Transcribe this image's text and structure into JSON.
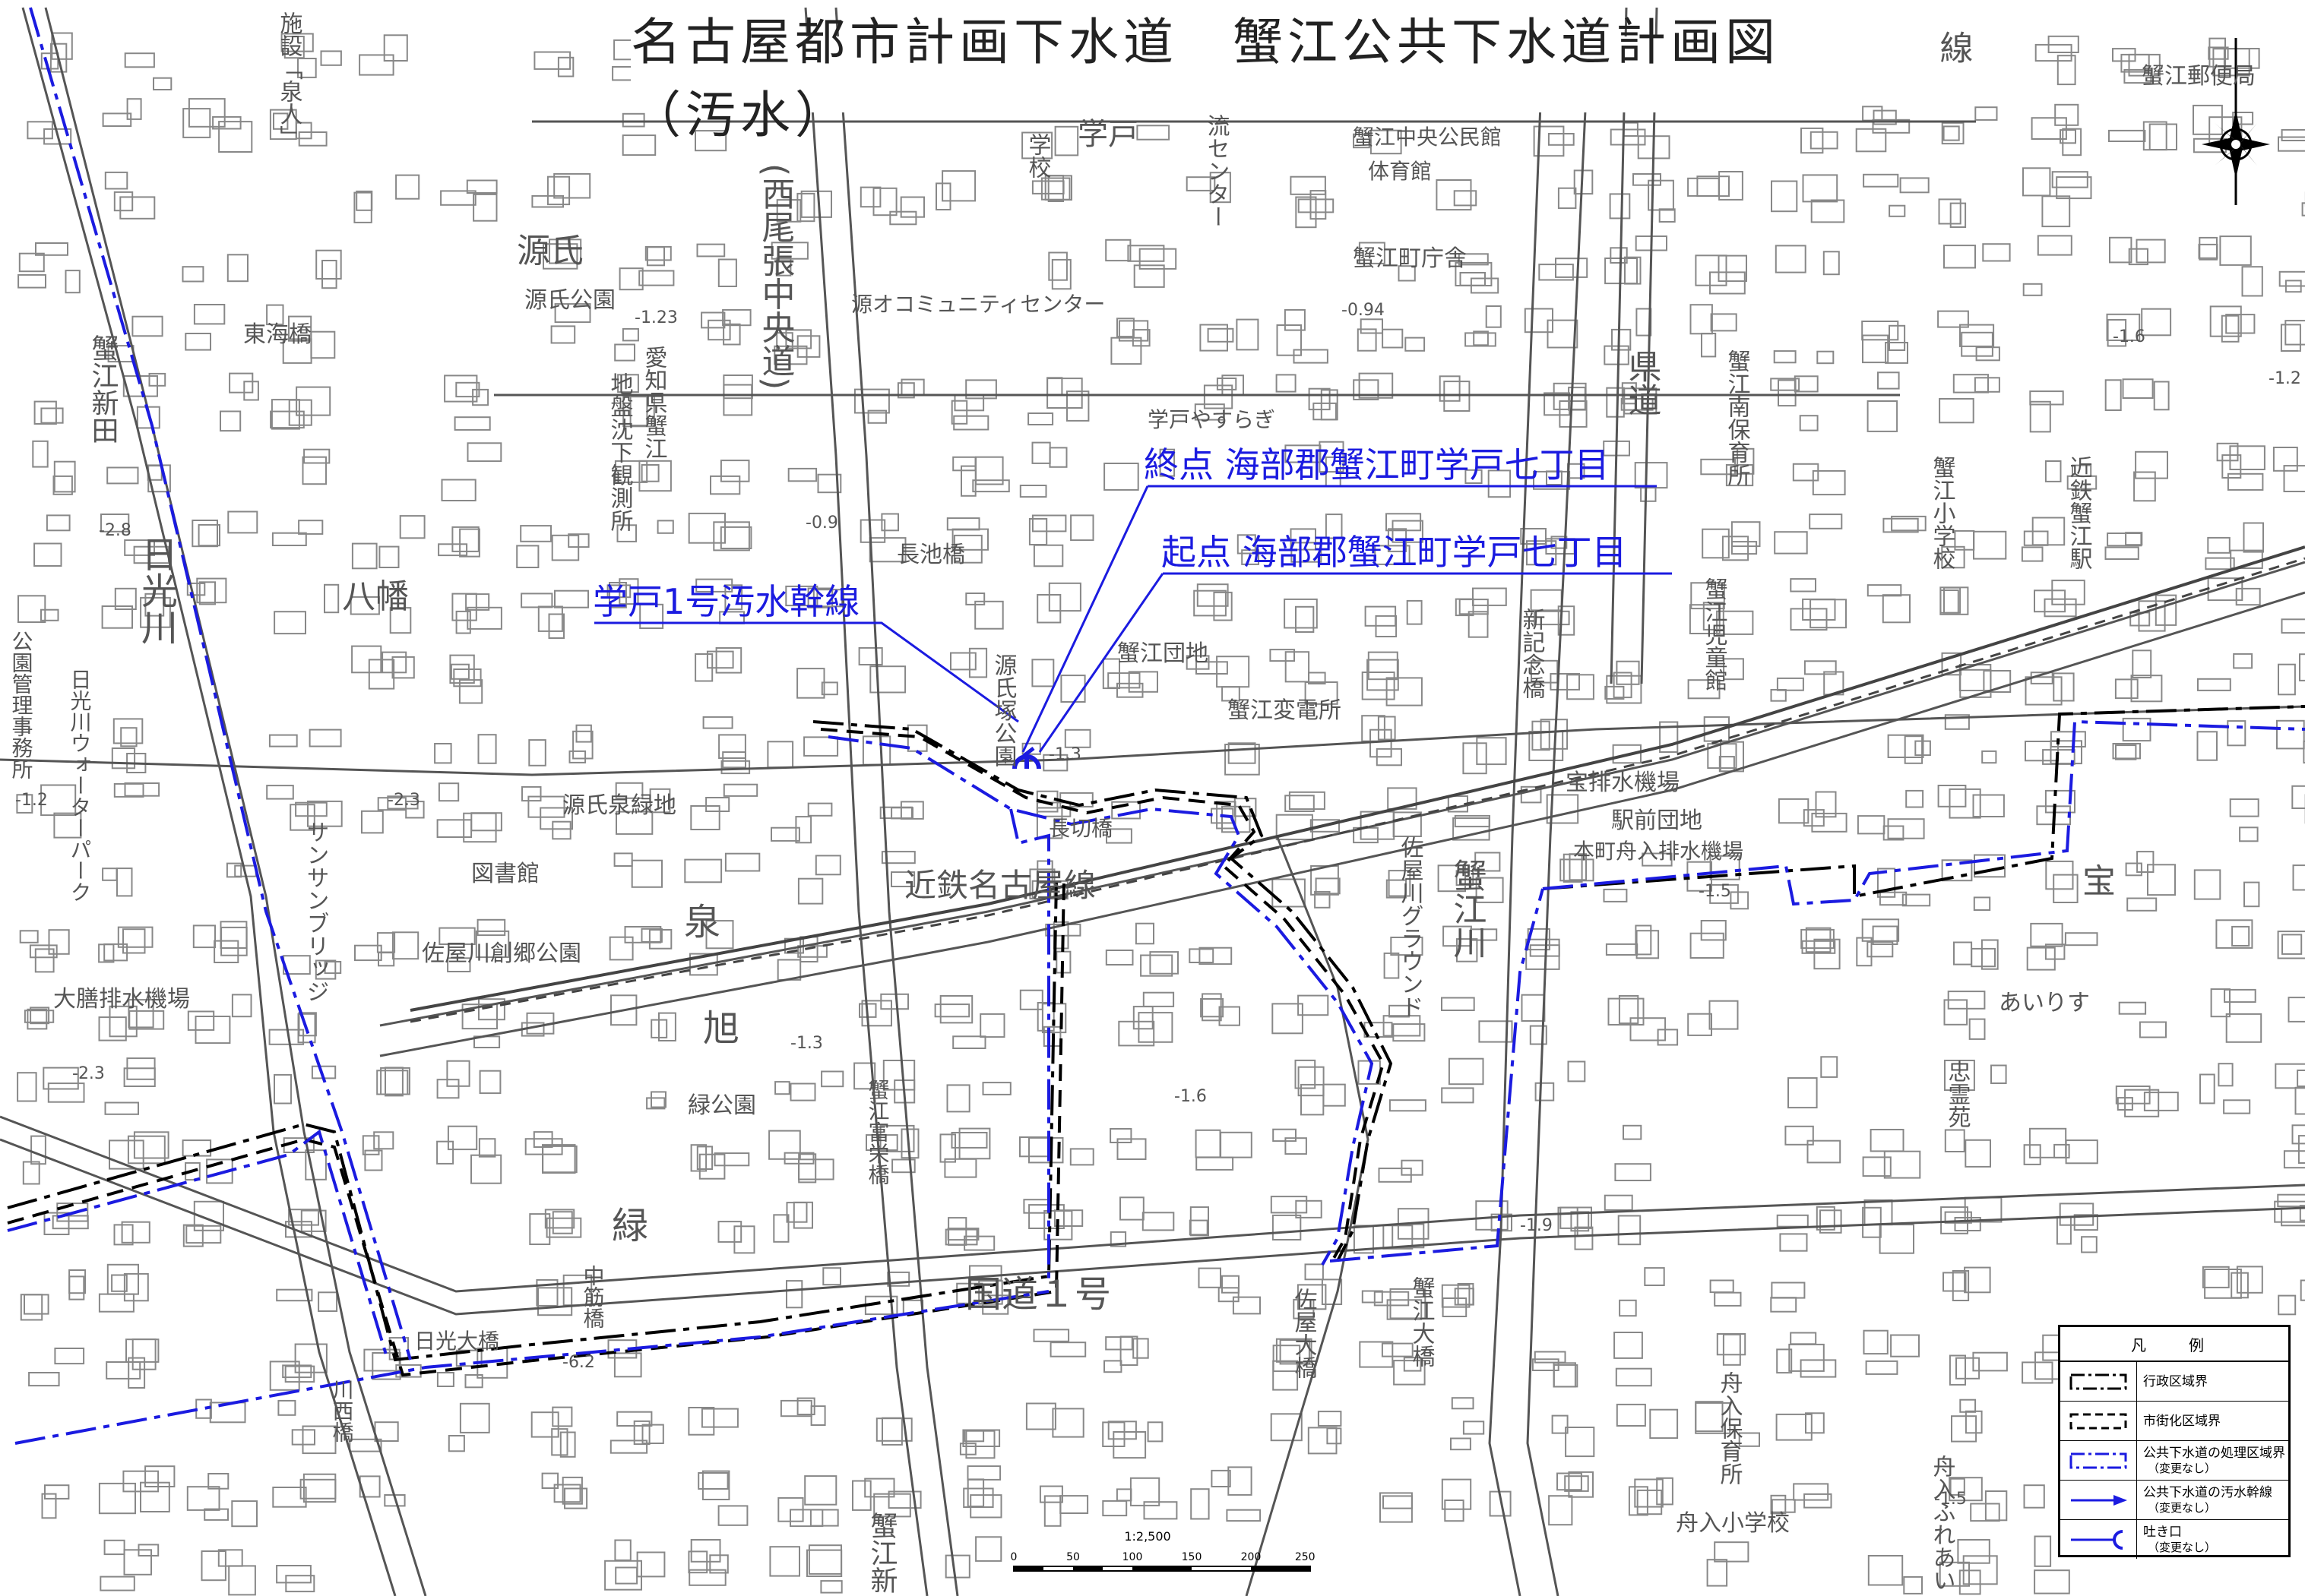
{
  "title": "名古屋都市計画下水道　蟹江公共下水道計画図（汚水）",
  "annotations": {
    "end_point": "終点 海部郡蟹江町学戸七丁目",
    "start_point": "起点 海部郡蟹江町学戸七丁目",
    "trunk_line": "学戸1号汚水幹線"
  },
  "place_labels": [
    {
      "text": "源氏",
      "size": 44
    },
    {
      "text": "八幡",
      "size": 44
    },
    {
      "text": "泉",
      "size": 48
    },
    {
      "text": "旭",
      "size": 48
    },
    {
      "text": "緑",
      "size": 48
    },
    {
      "text": "宝",
      "size": 44
    },
    {
      "text": "学戸",
      "size": 40
    },
    {
      "text": "国道１号",
      "size": 48
    },
    {
      "text": "近鉄名古屋線",
      "size": 42
    },
    {
      "text": "源氏公園",
      "size": 30
    },
    {
      "text": "東海橋",
      "size": 30
    },
    {
      "text": "源オコミュニティセンター",
      "size": 28
    },
    {
      "text": "蟹江町庁舎",
      "size": 30
    },
    {
      "text": "蟹江中央公民館",
      "size": 28
    },
    {
      "text": "体育館",
      "size": 28
    },
    {
      "text": "学戸やすらぎ",
      "size": 28
    },
    {
      "text": "長池橋",
      "size": 30
    },
    {
      "text": "蟹江団地",
      "size": 30
    },
    {
      "text": "蟹江変電所",
      "size": 30
    },
    {
      "text": "源氏泉緑地",
      "size": 30
    },
    {
      "text": "長切橋",
      "size": 28
    },
    {
      "text": "図書館",
      "size": 30
    },
    {
      "text": "佐屋川創郷公園",
      "size": 30
    },
    {
      "text": "大膳排水機場",
      "size": 30
    },
    {
      "text": "緑公園",
      "size": 30
    },
    {
      "text": "宝排水機場",
      "size": 30
    },
    {
      "text": "駅前団地",
      "size": 30
    },
    {
      "text": "本町舟入排水機場",
      "size": 28
    },
    {
      "text": "あいりす",
      "size": 30
    },
    {
      "text": "舟入小学校",
      "size": 30
    },
    {
      "text": "日光大橋",
      "size": 28
    },
    {
      "text": "蟹江郵便局",
      "size": 30
    }
  ],
  "vertical_labels": [
    {
      "text": "日光川",
      "size": 48
    },
    {
      "text": "蟹江新田",
      "size": 36
    },
    {
      "text": "(西尾張中央道)",
      "size": 44
    },
    {
      "text": "地盤沈下観測所",
      "size": 30
    },
    {
      "text": "愛知県蟹江",
      "size": 30
    },
    {
      "text": "源氏塚公園",
      "size": 30
    },
    {
      "text": "県道",
      "size": 44
    },
    {
      "text": "蟹江南保育所",
      "size": 30
    },
    {
      "text": "蟹江小学校",
      "size": 30
    },
    {
      "text": "近鉄蟹江駅",
      "size": 30
    },
    {
      "text": "蟹江児童館",
      "size": 30
    },
    {
      "text": "新記念橋",
      "size": 30
    },
    {
      "text": "佐屋川グラウンド",
      "size": 30
    },
    {
      "text": "蟹江川",
      "size": 44
    },
    {
      "text": "公園管理事務所",
      "size": 28
    },
    {
      "text": "日光川ウォーターパーク",
      "size": 28
    },
    {
      "text": "サンサンブリッジ",
      "size": 30
    },
    {
      "text": "蟹江富栄橋",
      "size": 28
    },
    {
      "text": "中筋橋",
      "size": 28
    },
    {
      "text": "川西橋",
      "size": 28
    },
    {
      "text": "佐屋大橋",
      "size": 30
    },
    {
      "text": "蟹江大橋",
      "size": 30
    },
    {
      "text": "舟入保育所",
      "size": 30
    },
    {
      "text": "忠霊苑",
      "size": 30
    },
    {
      "text": "舟入ふれあい",
      "size": 30
    },
    {
      "text": "蟹江新",
      "size": 36
    },
    {
      "text": "学校",
      "size": 30
    },
    {
      "text": "流センター",
      "size": 30
    },
    {
      "text": "施設「泉人」",
      "size": 30
    },
    {
      "text": "線",
      "size": 44
    }
  ],
  "elevations": [
    "-1.23",
    "-0.94",
    "-1.6",
    "-1.2",
    "-2.8",
    "-0.9",
    "-1.3",
    "-2.3",
    "-1.2",
    "-1.5",
    "-1.6",
    "-1.9",
    "-6.2",
    "-1.5",
    "-2.3",
    "-1.3"
  ],
  "legend": {
    "title": "凡　例",
    "items": [
      {
        "label": "行政区域界",
        "sub": ""
      },
      {
        "label": "市街化区域界",
        "sub": ""
      },
      {
        "label": "公共下水道の処理区域界",
        "sub": "（変更なし）"
      },
      {
        "label": "公共下水道の汚水幹線",
        "sub": "（変更なし）"
      },
      {
        "label": "吐き口",
        "sub": "（変更なし）"
      }
    ]
  },
  "scale": {
    "ratio": "1:2,500",
    "ticks": [
      "0",
      "50",
      "100",
      "150",
      "200",
      "250m"
    ]
  },
  "colors": {
    "boundary_blue": "#1b1be0",
    "map_line": "#666666",
    "annotation_blue": "#1b1be0"
  },
  "icons": [
    "north-arrow-icon",
    "outfall-icon"
  ]
}
